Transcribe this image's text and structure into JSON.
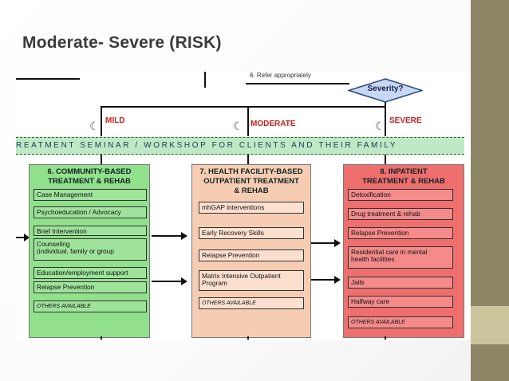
{
  "slide": {
    "title": "Moderate- Severe (RISK)",
    "colors": {
      "side_band": "#8d8768",
      "side_accent": "#cbc59e"
    }
  },
  "diagram": {
    "refer_text": "6. Refer appropriately",
    "severity_label": "Severity?",
    "levels": {
      "mild": "MILD",
      "moderate": "MODERATE",
      "severe": "SEVERE"
    },
    "seminar_band": "REATMENT SEMINAR / WORKSHOP FOR CLIENTS AND THEIR FAMILY",
    "columns": {
      "community": {
        "title_line1": "6. COMMUNITY-BASED",
        "title_line2": "TREATMENT & REHAB",
        "color": "#90e08c",
        "items": [
          "Case Management",
          "Psychoeducation / Advocacy",
          "Brief Intervention",
          "Counseling",
          "(individual, family or group",
          "Education/employment support",
          "Relapse Prevention",
          "OTHERS AVAILABLE"
        ]
      },
      "health_facility": {
        "title_line1": "7. HEALTH FACILITY-BASED",
        "title_line2": "OUTPATIENT TREATMENT",
        "title_line3": "& REHAB",
        "color": "#f6cdb3",
        "items": [
          "mhGAP interventions",
          "Early Recovery Skills",
          "Relapse Prevention",
          "Matrix Intensive Outpatient",
          "Program",
          "OTHERS AVAILABLE"
        ]
      },
      "inpatient": {
        "title_line1": "8. INPATIENT",
        "title_line2": "TREATMENT & REHAB",
        "color": "#ef6f6f",
        "items": [
          "Detoxification",
          "Drug treatment & rehab",
          "Relapse Prevention",
          "Residential care in mental",
          "health facilities",
          "Jails",
          "Halfway care",
          "OTHERS AVAILABLE"
        ]
      }
    }
  }
}
